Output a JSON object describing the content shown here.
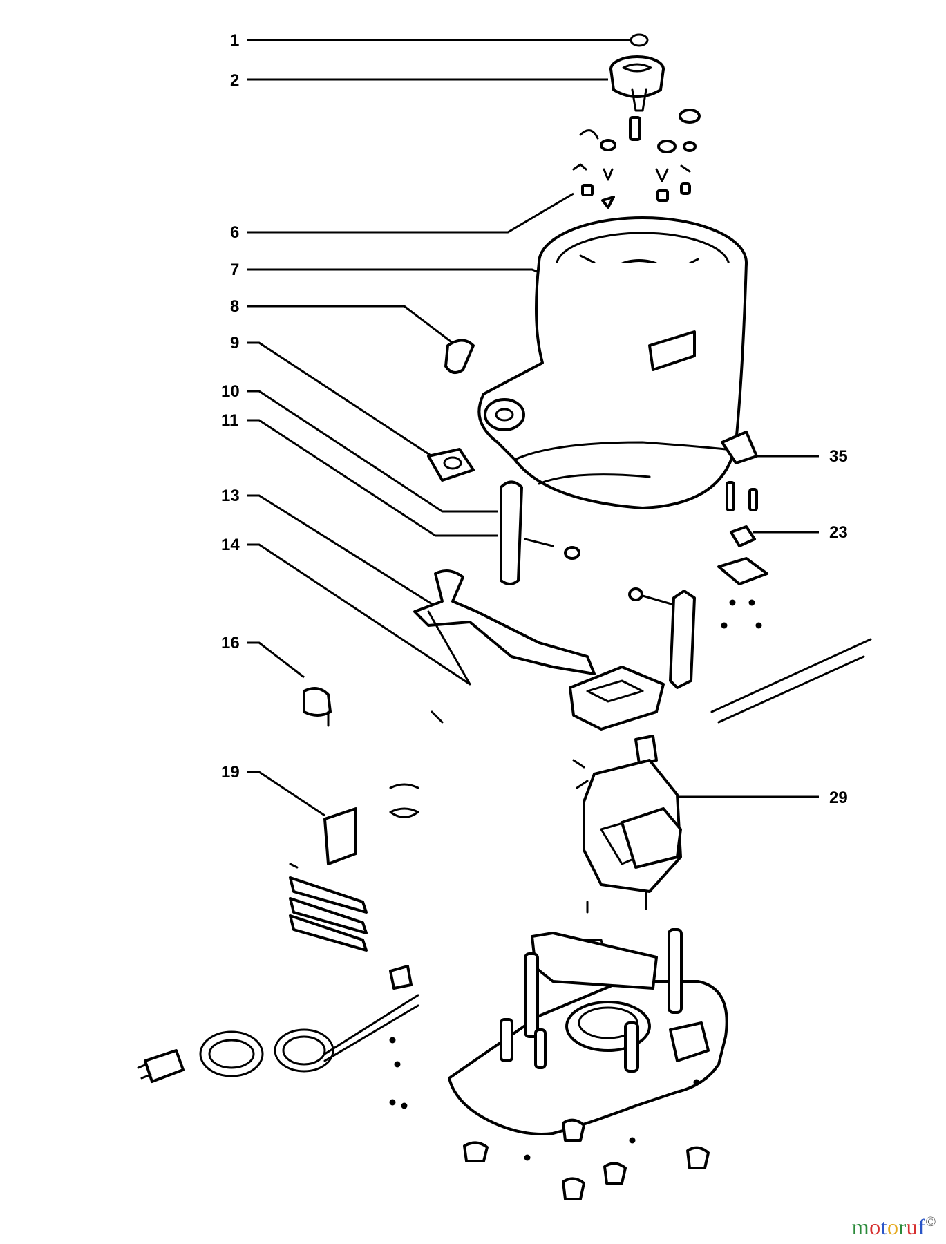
{
  "callouts": [
    {
      "id": "1",
      "label": "1"
    },
    {
      "id": "2",
      "label": "2"
    },
    {
      "id": "6",
      "label": "6"
    },
    {
      "id": "7",
      "label": "7"
    },
    {
      "id": "8",
      "label": "8"
    },
    {
      "id": "9",
      "label": "9"
    },
    {
      "id": "10",
      "label": "10"
    },
    {
      "id": "11",
      "label": "11"
    },
    {
      "id": "13",
      "label": "13"
    },
    {
      "id": "14",
      "label": "14"
    },
    {
      "id": "16",
      "label": "16"
    },
    {
      "id": "19",
      "label": "19"
    },
    {
      "id": "35",
      "label": "35"
    },
    {
      "id": "23",
      "label": "23"
    },
    {
      "id": "29",
      "label": "29"
    }
  ],
  "watermark": {
    "text": "motoruf",
    "letter_colors": [
      "#2a8a3a",
      "#d62f2f",
      "#2a55c7",
      "#e6a91d",
      "#2a8a3a",
      "#d62f2f",
      "#2a55c7"
    ],
    "copyright_mark": "©"
  }
}
